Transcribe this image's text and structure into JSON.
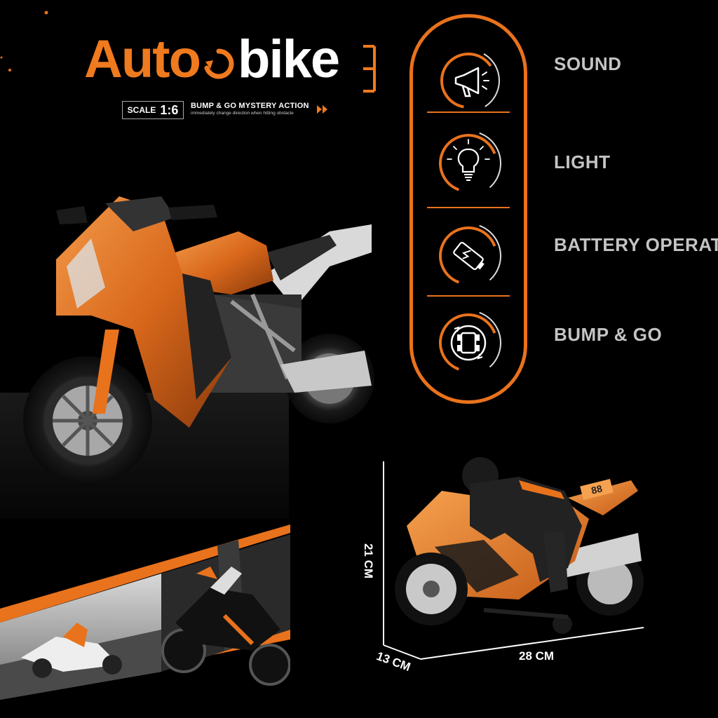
{
  "brand": {
    "logo_part1": "Auto",
    "logo_part2": "bike",
    "scale_word": "SCALE",
    "scale_value": "1:6",
    "tagline": "BUMP  & GO MYSTERY ACTION",
    "tagline_sub": "immediately change direction when hitting obstacle",
    "accent_color": "#e9721c"
  },
  "features": [
    {
      "label": "SOUND",
      "icon": "megaphone-icon"
    },
    {
      "label": "LIGHT",
      "icon": "lightbulb-icon"
    },
    {
      "label": "BATTERY OPERATED",
      "icon": "battery-icon"
    },
    {
      "label": "BUMP & GO",
      "icon": "bump-go-icon"
    }
  ],
  "dimensions": {
    "height": "21 CM",
    "depth": "13 CM",
    "length": "28 CM"
  },
  "product_badge": "88"
}
